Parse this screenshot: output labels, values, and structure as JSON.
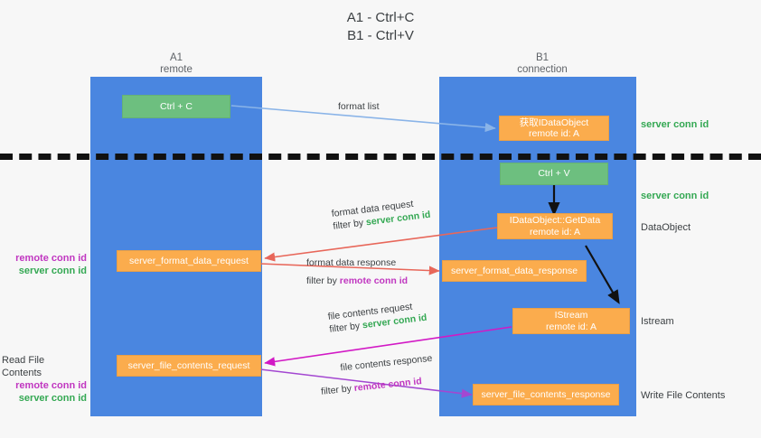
{
  "title": {
    "line1": "A1 - Ctrl+C",
    "line2": "B1 - Ctrl+V"
  },
  "lanes": [
    {
      "id": "a1",
      "name": "A1",
      "subtitle": "remote"
    },
    {
      "id": "b1",
      "name": "B1",
      "subtitle": "connection"
    }
  ],
  "colors": {
    "lane": "#4a86e0",
    "green_box": "#6dbf7f",
    "orange_box": "#fbac4d",
    "server_conn_id": "#34a853",
    "remote_conn_id": "#c036c0",
    "arrow_blue": "#8ab4e8",
    "arrow_red": "#e8675a",
    "arrow_magenta": "#d219c5",
    "arrow_purple": "#a347d1",
    "arrow_black": "#111111",
    "background": "#f7f7f7"
  },
  "nodes": {
    "ctrl_c": {
      "line1": "Ctrl + C",
      "line2": ""
    },
    "get_idataobject": {
      "line1": "获取IDataObject",
      "line2": "remote id: A"
    },
    "ctrl_v": {
      "line1": "Ctrl + V",
      "line2": ""
    },
    "getdata": {
      "line1": "IDataObject::GetData",
      "line2": "remote id: A"
    },
    "istream": {
      "line1": "IStream",
      "line2": "remote id: A"
    },
    "server_format_data_request": {
      "line1": "server_format_data_request",
      "line2": ""
    },
    "server_format_data_response": {
      "line1": "server_format_data_response",
      "line2": ""
    },
    "server_file_contents_request": {
      "line1": "server_file_contents_request",
      "line2": ""
    },
    "server_file_contents_response": {
      "line1": "server_file_contents_response",
      "line2": ""
    }
  },
  "right_captions": [
    {
      "id": "server-conn-id-1",
      "text": "server conn id",
      "style": "green"
    },
    {
      "id": "server-conn-id-2",
      "text": "server conn id",
      "style": "green"
    },
    {
      "id": "dataobject",
      "text": "DataObject",
      "style": "plain"
    },
    {
      "id": "istream",
      "text": "Istream",
      "style": "plain"
    },
    {
      "id": "write-file-contents",
      "text": "Write File Contents",
      "style": "plain"
    }
  ],
  "left_captions": {
    "format_data": {
      "remote": "remote conn id",
      "server": "server conn id"
    },
    "file_contents": {
      "heading": "Read File Contents",
      "remote": "remote conn id",
      "server": "server conn id"
    }
  },
  "edge_labels": {
    "format_list": {
      "main": "format list",
      "filter_prefix": "",
      "filter_value": ""
    },
    "format_data_request": {
      "main": "format data request",
      "filter_prefix": "filter by ",
      "filter_value": "server conn id",
      "filter_class": "g"
    },
    "format_data_response": {
      "main": "format data response",
      "filter_prefix": "filter by ",
      "filter_value": "remote conn id",
      "filter_class": "r"
    },
    "file_contents_request": {
      "main": "file contents request",
      "filter_prefix": "filter by ",
      "filter_value": "server conn id",
      "filter_class": "g"
    },
    "file_contents_response": {
      "main": "file contents response",
      "filter_prefix": "filter by ",
      "filter_value": "remote conn id",
      "filter_class": "r"
    }
  }
}
